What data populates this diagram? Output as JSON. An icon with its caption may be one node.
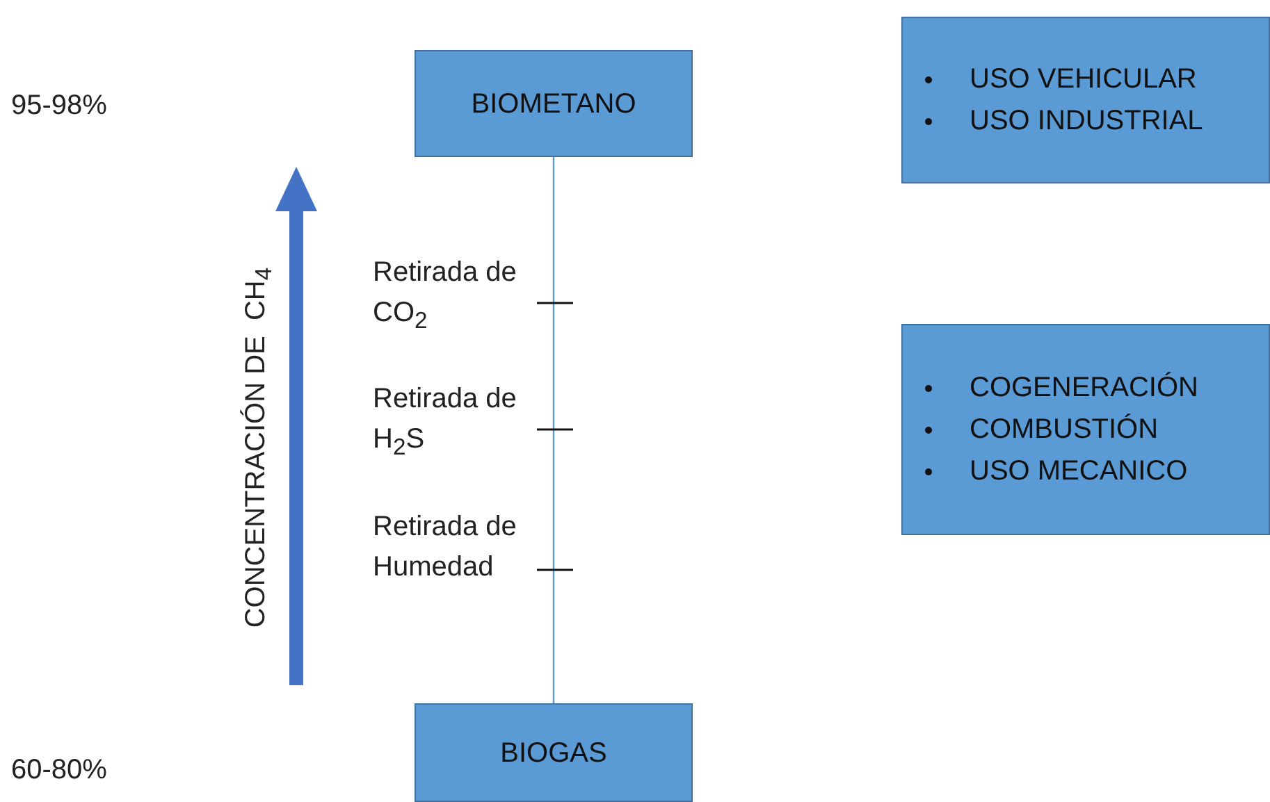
{
  "diagram": {
    "nodes": [
      {
        "text": [
          "BIOMETANO"
        ]
      },
      {
        "text": [
          "BIOGAS"
        ]
      },
      {
        "text": [
          "USO VEHICULAR",
          "USO INDUSTRIAL"
        ]
      },
      {
        "text": [
          "COGENERACIÓN",
          "COMBUSTIÓN",
          "USO MECANICO"
        ]
      }
    ],
    "edges": [
      {
        "from": 0,
        "to": 1,
        "arrow": "none"
      }
    ],
    "labels": [
      "95-98%",
      "CONCENTRACIÓN DE  CH$_{4}$",
      "Retirada de CO$_{2}$",
      "Retirada de H$_{2}$S",
      "Retirada de Humedad",
      "60-80%"
    ]
  }
}
